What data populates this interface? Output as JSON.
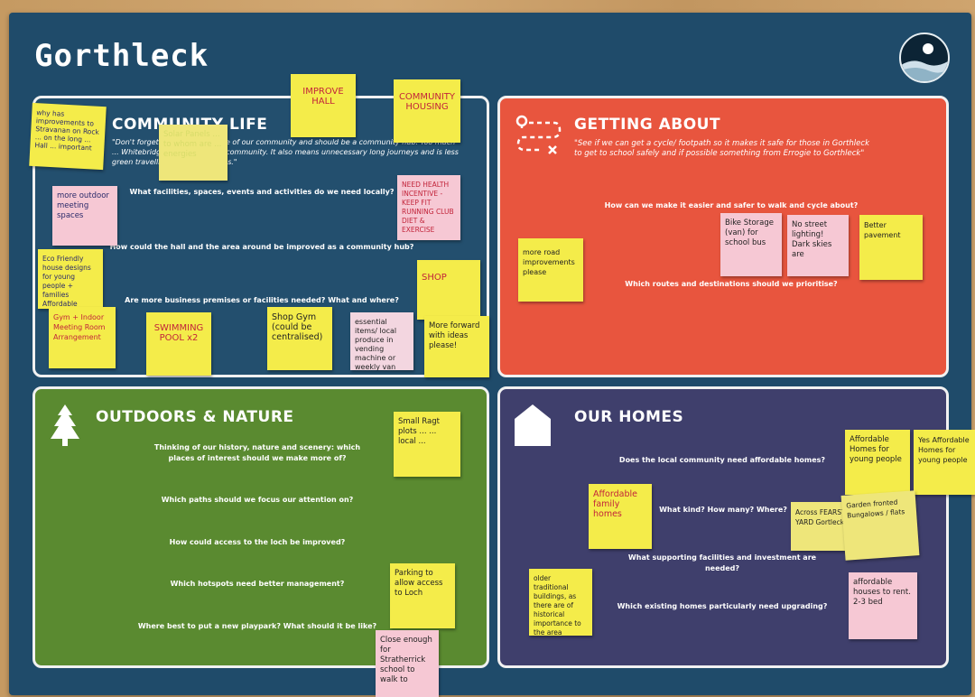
{
  "board": {
    "title": "Gorthleck",
    "colors": {
      "board": "#1f4b6a",
      "community": "#234f6e",
      "getting": "#e8553e",
      "outdoors": "#5a8a30",
      "homes": "#3f3f6c"
    }
  },
  "community": {
    "heading": "COMMUNITY LIFE",
    "quote": "\"Don't forget Gorthleck ... ...ddle of our community and should be a community hub. Too much ... Whitebridge could serve our community. It also means unnecessary long journeys and is less green travelling longer distances.\"",
    "questions": [
      "What facilities, spaces, events and activities do we need locally?",
      "How could the hall and the area around be improved as a community hub?",
      "Are more business premises or facilities needed? What and where?"
    ]
  },
  "getting": {
    "heading": "GETTING ABOUT",
    "quote": "\"See if we can get a cycle/ footpath so it makes it safe for those in Gorthleck to get to school safely and if possible something from Errogie to Gorthleck\"",
    "questions": [
      "How can we make it easier and safer to walk and cycle about?",
      "Which routes and destinations should we prioritise?"
    ]
  },
  "outdoors": {
    "heading": "OUTDOORS & NATURE",
    "questions": [
      "Thinking of our history, nature and scenery: which places of interest should we make more of?",
      "Which paths should we focus our attention on?",
      "How could access to the loch be improved?",
      "Which hotspots need better management?",
      "Where best to put a new playpark? What should it be like?"
    ]
  },
  "homes": {
    "heading": "OUR HOMES",
    "questions": [
      "Does the local community need affordable homes?",
      "What kind? How many? Where?",
      "What supporting facilities and investment are needed?",
      "Which existing homes particularly need upgrading?"
    ]
  },
  "notes": {
    "improve_hall": "IMPROVE HALL",
    "community_housing": "COMMUNITY HOUSING",
    "loo": "why has improvements to Stravanan on Rock ... on the long ... Hall ... important",
    "solar": "Solar Panels ... to whom are ... energies",
    "outdoor_meeting": "more outdoor meeting spaces",
    "health": "NEED HEALTH INCENTIVE - KEEP FIT RUNNING CLUB DIET & EXERCISE",
    "eco_houses": "Eco Friendly house designs for young people + families Affordable Homes",
    "shop": "SHOP",
    "gym": "Gym + Indoor Meeting Room Arrangement",
    "swimming": "SWIMMING POOL x2",
    "shop_gym": "Shop Gym (could be centralised)",
    "essential_items": "essential items/ local produce in vending machine or weekly van",
    "more_forward": "More forward with ideas please!",
    "road_improvements": "more road improvements please",
    "bike_storage": "Bike Storage (van) for school bus",
    "street_lighting": "No street lighting! Dark skies are",
    "better_pavement": "Better pavement",
    "small_plots": "Small Ragt plots ... ... local ...",
    "parking_loch": "Parking to allow access to Loch",
    "close_school": "Close enough for Stratherrick school to walk to",
    "affordable_family": "Affordable family homes",
    "affordable_young": "Affordable Homes for young people",
    "yes_affordable": "Yes Affordable Homes for young people",
    "across_fearst": "Across FEARST YARD Gortleck",
    "garden_bungalows": "Garden fronted Bungalows / flats",
    "older_traditional": "older traditional buildings, as there are of historical importance to the area",
    "affordable_rent": "affordable houses to rent. 2-3 bed"
  }
}
